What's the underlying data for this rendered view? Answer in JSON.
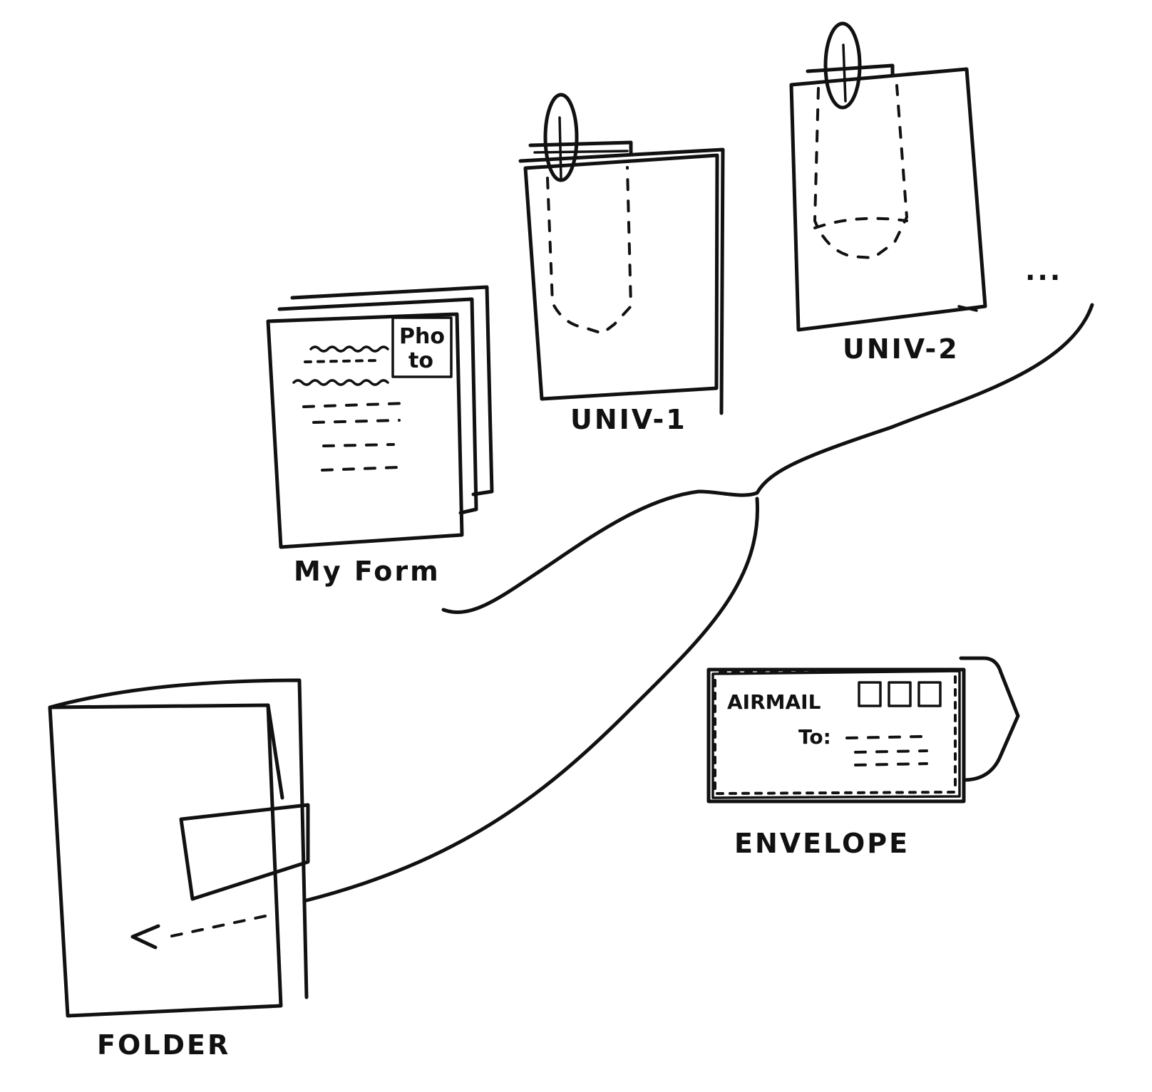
{
  "items": {
    "my_form": {
      "label": "My Form",
      "photo_line1": "Pho",
      "photo_line2": "to"
    },
    "univ_1": {
      "label": "UNIV-1"
    },
    "univ_2": {
      "label": "UNIV-2"
    },
    "more": {
      "label": "..."
    },
    "envelope": {
      "label": "ENVELOPE",
      "airmail": "AIRMAIL",
      "to": "To:"
    },
    "folder": {
      "label": "FOLDER"
    }
  },
  "colors": {
    "ink": "#111111",
    "paper": "#ffffff"
  }
}
